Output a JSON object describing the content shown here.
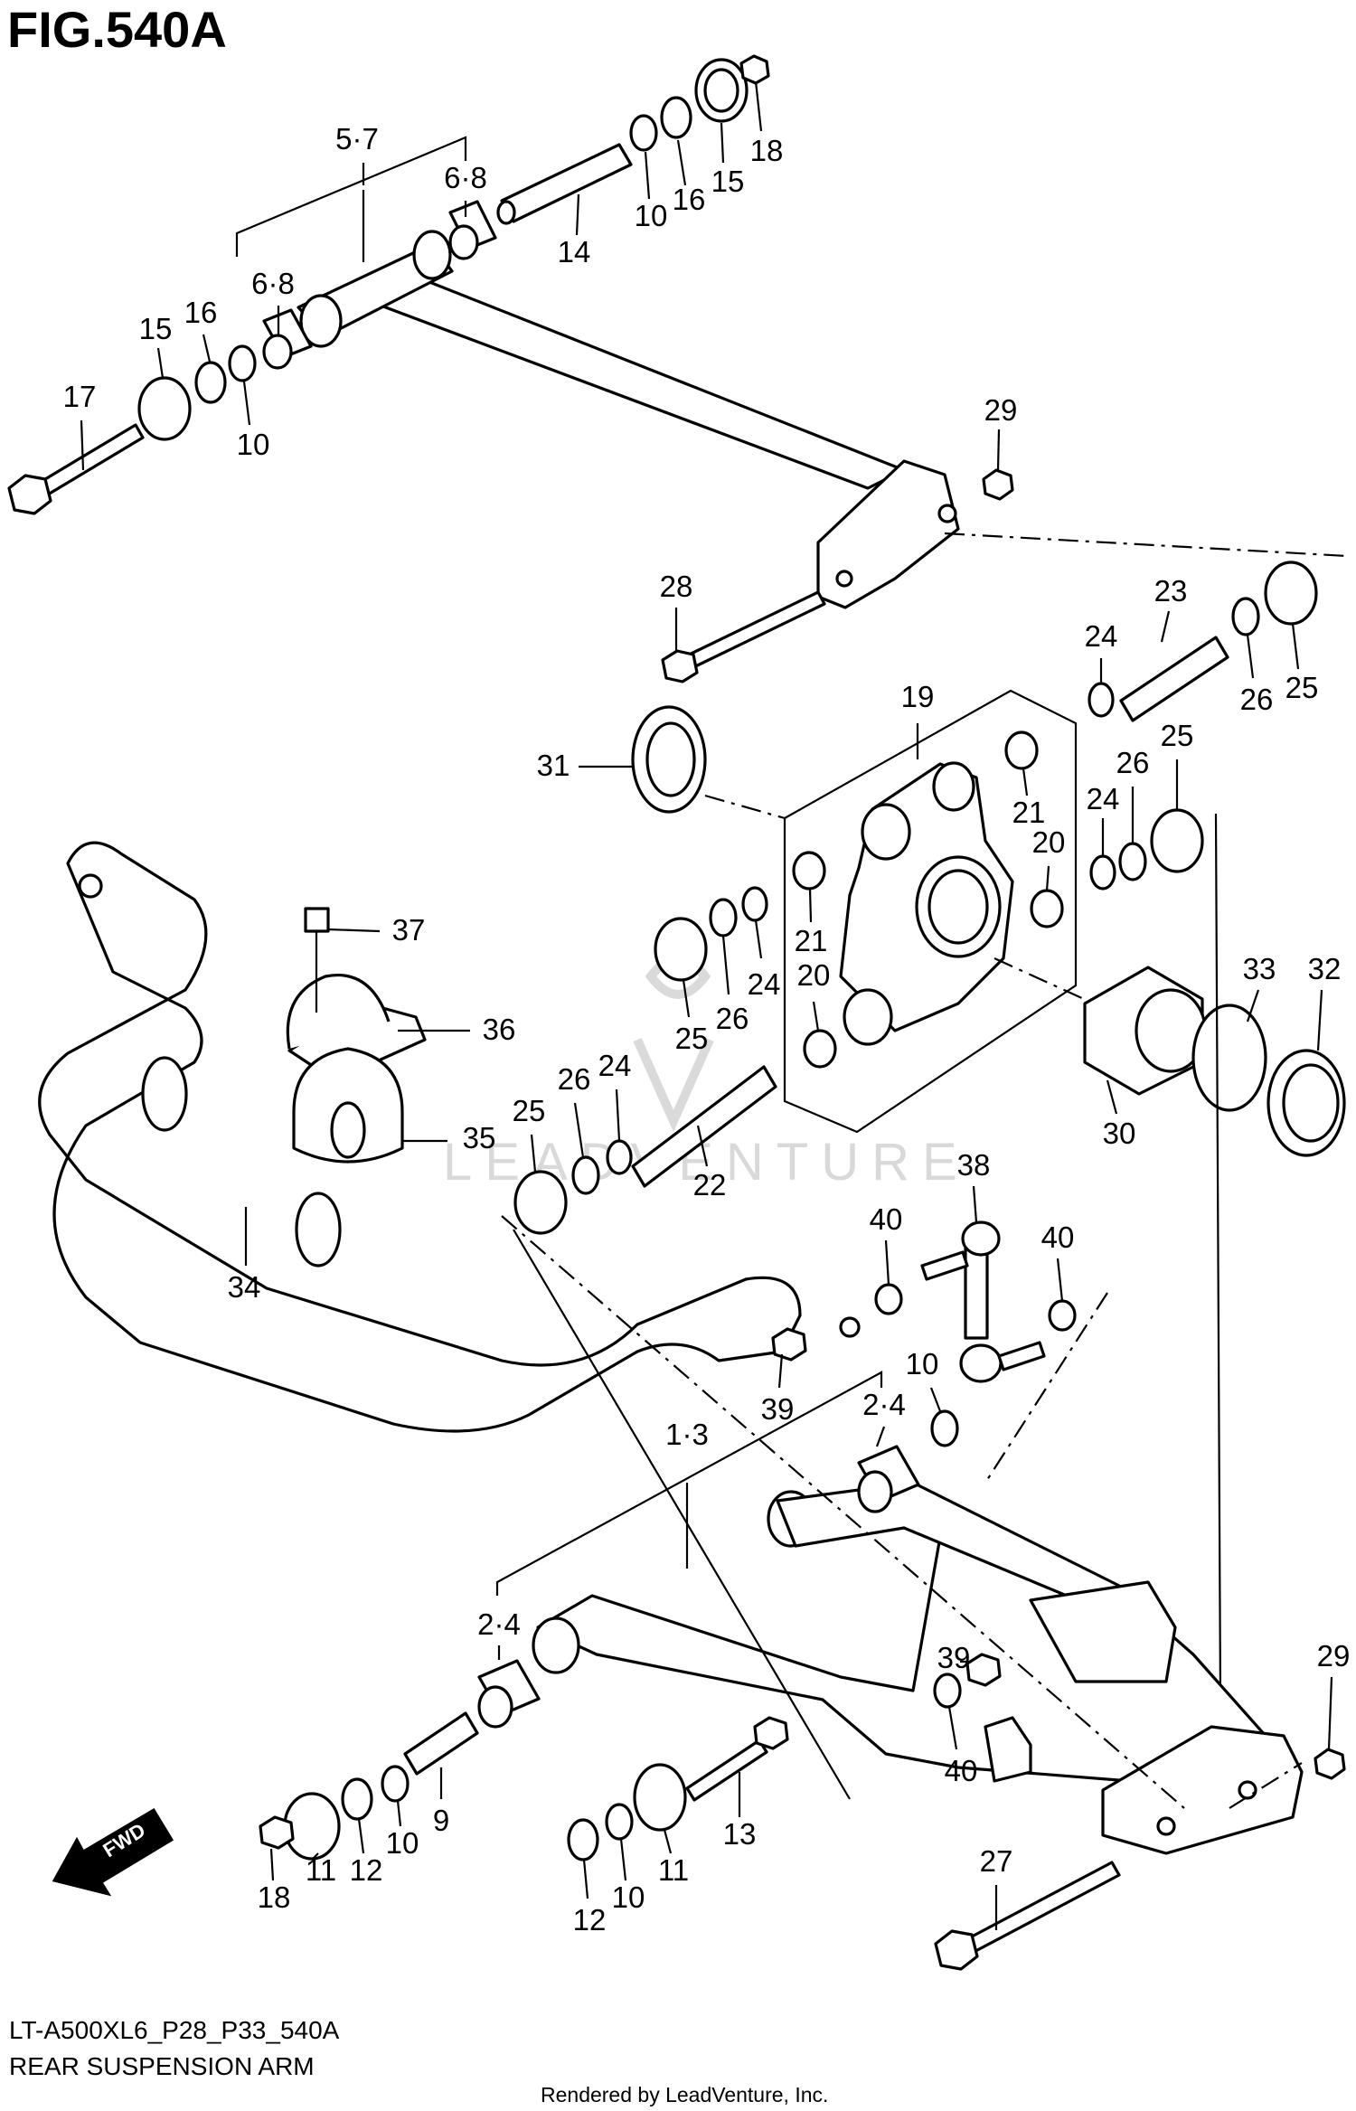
{
  "figure": {
    "title": "FIG.540A",
    "code": "LT-A500XL6_P28_P33_540A",
    "caption": "REAR SUSPENSION ARM",
    "rendered_by": "Rendered by LeadVenture, Inc.",
    "watermark": "LEADVENTURE",
    "fwd_label": "FWD"
  },
  "callouts": [
    "5·7",
    "6·8",
    "14",
    "10",
    "16",
    "15",
    "18",
    "6·8",
    "15",
    "16",
    "17",
    "10",
    "29",
    "28",
    "23",
    "24",
    "26",
    "25",
    "19",
    "31",
    "25",
    "26",
    "24",
    "21",
    "20",
    "21",
    "24",
    "26",
    "25",
    "20",
    "37",
    "36",
    "35",
    "33",
    "32",
    "30",
    "25",
    "26",
    "24",
    "22",
    "34",
    "38",
    "40",
    "40",
    "10",
    "39",
    "2·4",
    "1·3",
    "2·4",
    "29",
    "39",
    "9",
    "13",
    "40",
    "10",
    "12",
    "11",
    "18",
    "11",
    "10",
    "12",
    "27"
  ]
}
